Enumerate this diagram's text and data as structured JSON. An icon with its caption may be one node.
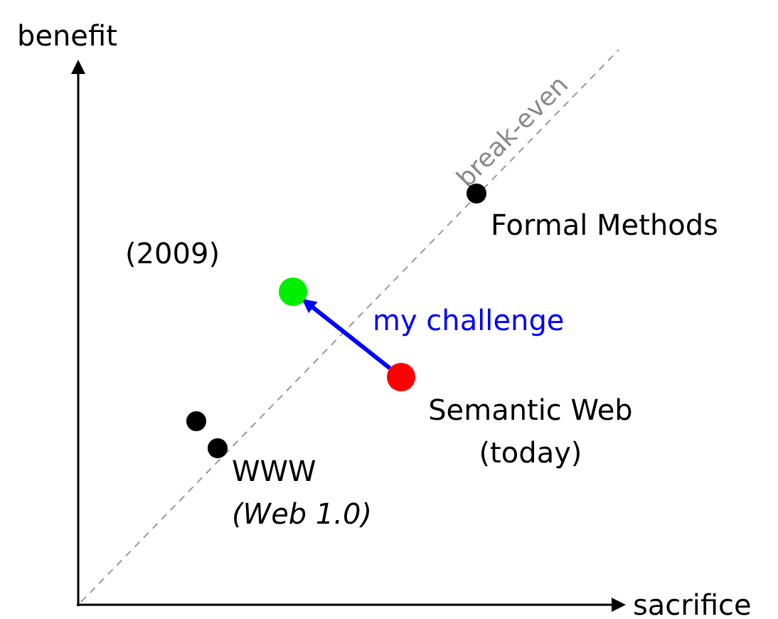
{
  "diagram": {
    "nodes": [
      {
        "text": [],
        "shape": "circle",
        "beside": [
          "Formal Methods"
        ]
      },
      {
        "text": [],
        "shape": "circle",
        "beside": [
          "(2009)"
        ]
      },
      {
        "text": [],
        "shape": "circle",
        "beside": [
          "Semantic Web (today)"
        ]
      },
      {
        "text": [],
        "shape": "circle"
      },
      {
        "text": [],
        "shape": "circle",
        "beside": [
          "WWW",
          "(Web 1.0)"
        ]
      }
    ],
    "edges": [
      {
        "from": 2,
        "to": 1,
        "arrow": "to",
        "label": "my challenge",
        "color": "#0000ff"
      }
    ],
    "labels": [
      "benefit",
      "break-even",
      "sacrifice"
    ]
  }
}
